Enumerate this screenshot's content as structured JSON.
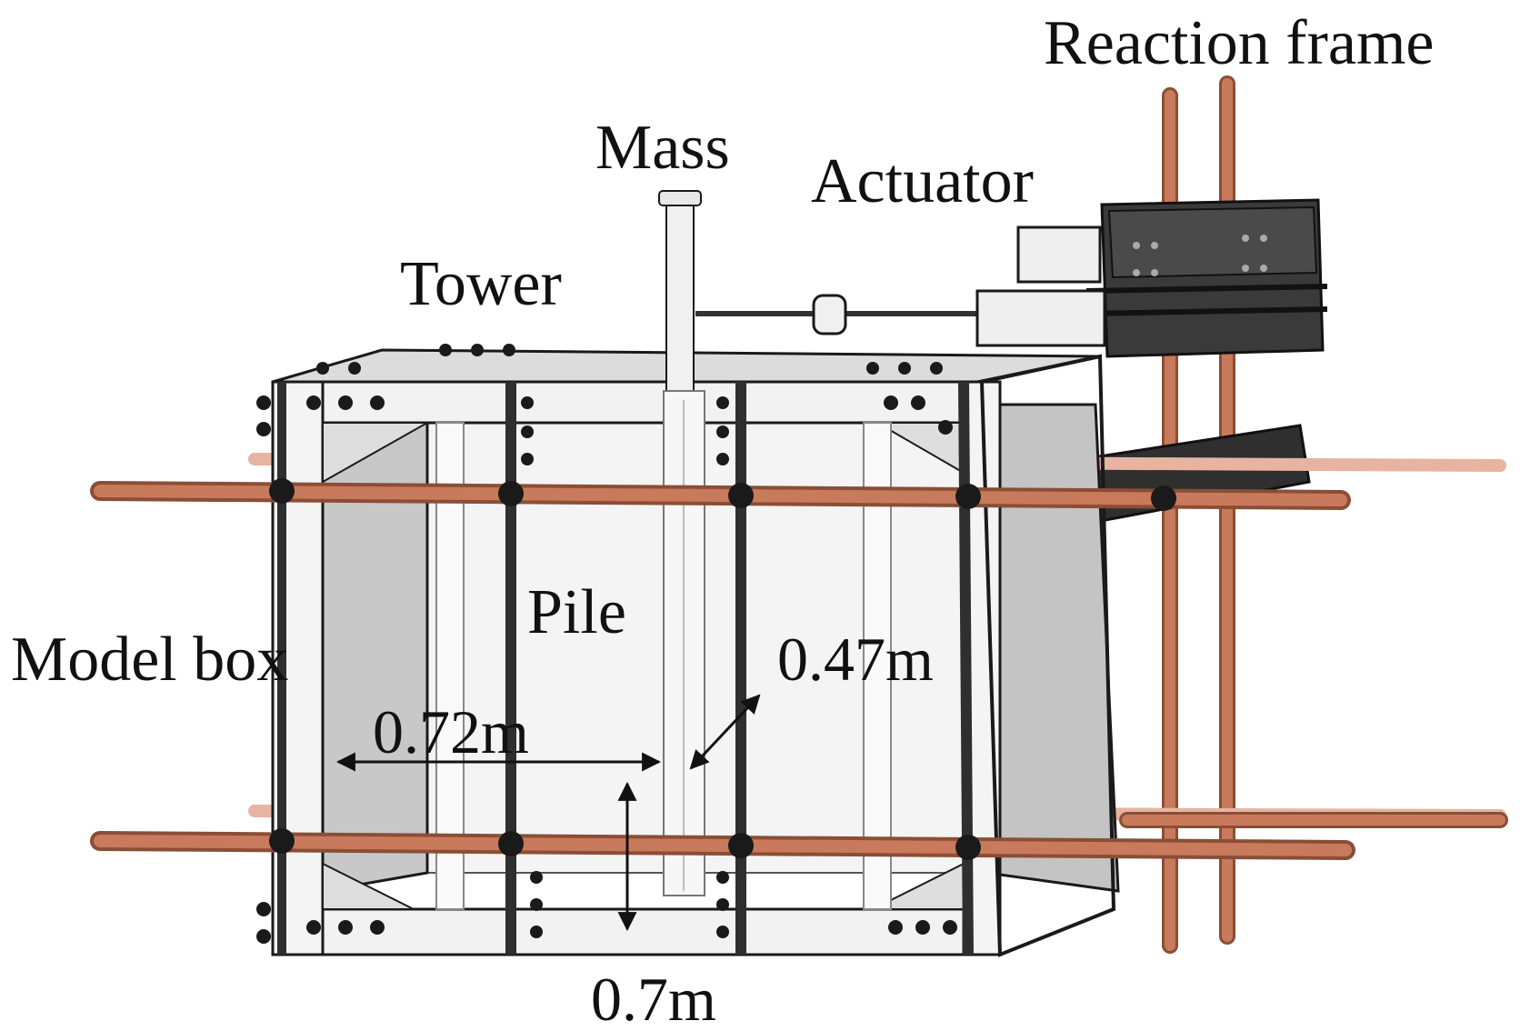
{
  "labels": {
    "reaction_frame": "Reaction frame",
    "mass": "Mass",
    "actuator": "Actuator",
    "tower": "Tower",
    "pile": "Pile",
    "model_box": "Model box"
  },
  "dimensions": {
    "width": "0.72m",
    "depth": "0.47m",
    "height": "0.7m"
  },
  "colors": {
    "rod": "#c97a5c",
    "rod_highlight": "#e6a88c",
    "dark_steel": "#2f2f2f",
    "panel_gray": "#c8c8c8",
    "plate_white": "#f2f2f2",
    "outline": "#1a1a1a"
  }
}
